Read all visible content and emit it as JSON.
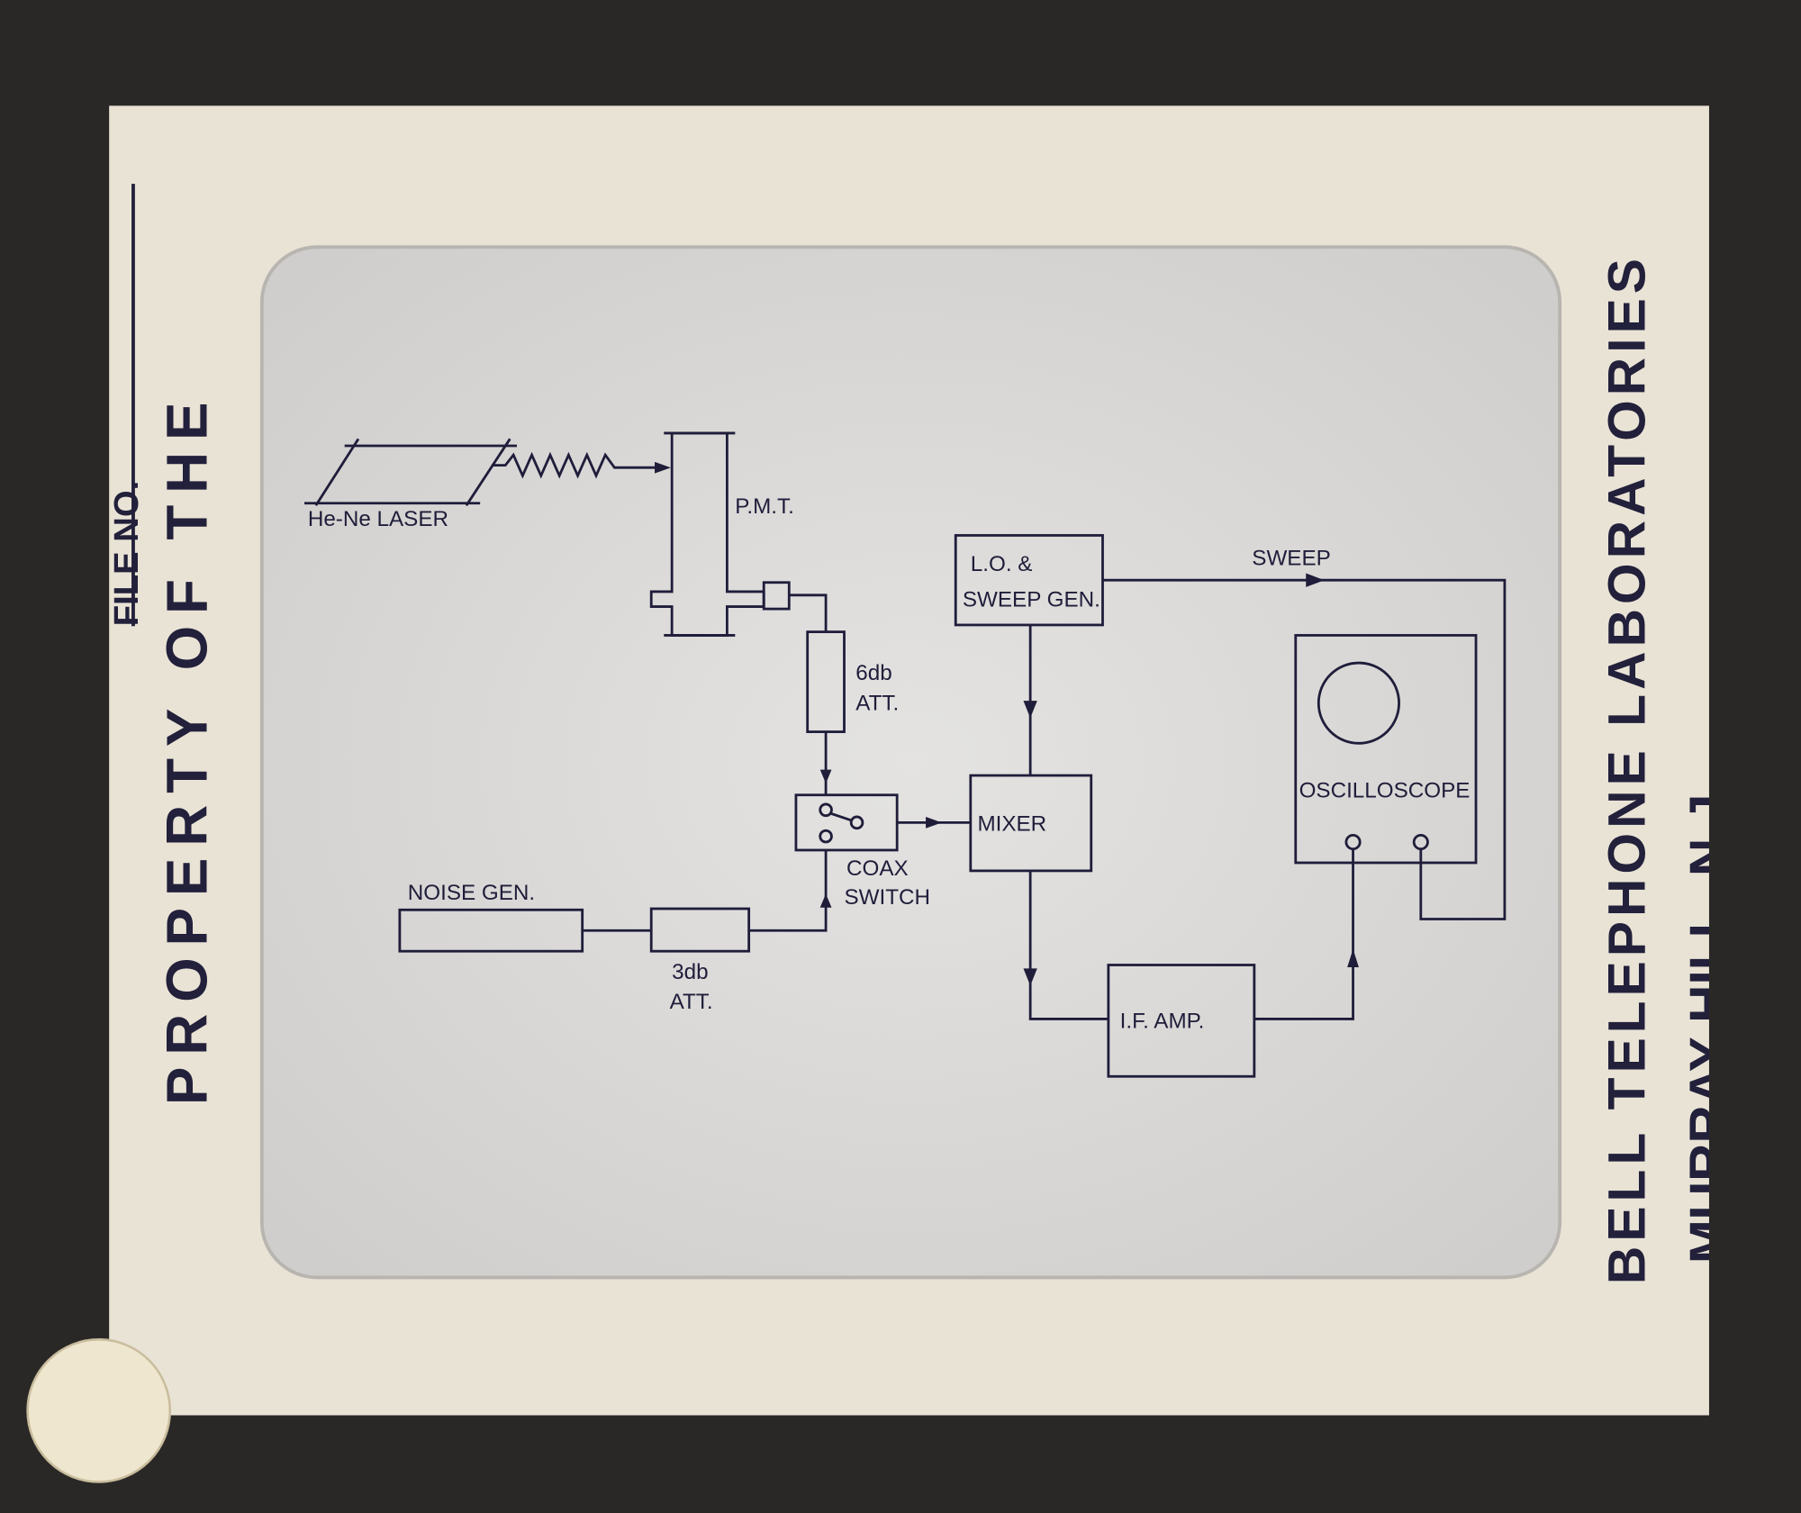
{
  "slide": {
    "left_margin": {
      "file_no_label": "FILE NO.",
      "property_text": "PROPERTY OF THE"
    },
    "right_margin": {
      "organization": "BELL TELEPHONE LABORATORIES",
      "location": "MURRAY HILL, N.J."
    }
  },
  "diagram": {
    "laser": "He-Ne LASER",
    "pmt": "P.M.T.",
    "att6_line1": "6db",
    "att6_line2": "ATT.",
    "coax_line1": "COAX",
    "coax_line2": "SWITCH",
    "noise_gen": "NOISE  GEN.",
    "att3_line1": "3db",
    "att3_line2": "ATT.",
    "lo_line1": "L.O.  &",
    "lo_line2": "SWEEP GEN.",
    "sweep": "SWEEP",
    "mixer": "MIXER",
    "if_amp": "I.F. AMP.",
    "oscilloscope": "OSCILLOSCOPE"
  },
  "colors": {
    "frame": "#2a2826",
    "paper": "#e9e3d6",
    "window": "#dedcda",
    "ink": "#1f1d3a"
  }
}
